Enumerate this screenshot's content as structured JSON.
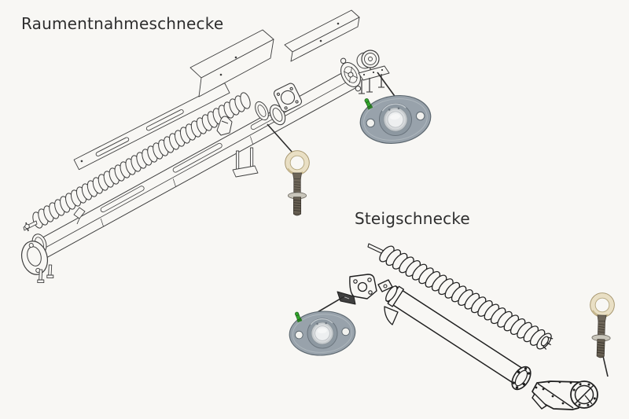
{
  "diagram": {
    "background": "#f8f7f4",
    "labels": [
      {
        "text": "Raumentnahmeschnecke"
      },
      {
        "text": "Steigschnecke"
      }
    ],
    "sections": [
      {
        "name": "raumentnahmeschnecke",
        "label": "Raumentnahmeschnecke",
        "parts": [
          "cover-strip",
          "cover-channel-left",
          "cover-channel-right",
          "auger-spiral",
          "drive-shaft-stub",
          "trough-tube",
          "tube-end-flange",
          "end-flange-plate",
          "flange-bolts",
          "saddle-bracket",
          "small-bracket",
          "u-bolt-bracket",
          "drive-mount",
          "tension-wheel",
          "shaft-collar",
          "gasket-ring",
          "bearing-plate",
          "flange-bearing",
          "eyebolt"
        ]
      },
      {
        "name": "steigschnecke",
        "label": "Steigschnecke",
        "parts": [
          "auger-spiral",
          "shaft-tip",
          "spiral-end-hub",
          "conveyor-tube",
          "hanger-tab",
          "inlet-foot",
          "tube-flange-ring",
          "mounting-bracket",
          "flange-bearing",
          "discharge-housing",
          "eyebolt"
        ]
      }
    ],
    "colors": {
      "line_art": "#3e3e3e",
      "bold_line_art": "#1f1f1f",
      "bearing_body": "#98a2ab",
      "bearing_boss": "#8d98a1",
      "bearing_bore_silver": "#c6cbce",
      "bearing_bore_inner": "#edeff0",
      "grease_nipple_green": "#33a52d",
      "eyebolt_ring": "#e9dfc4",
      "eyebolt_shaft": "#6e6659",
      "collar_silver": "#c9c6bb"
    }
  }
}
